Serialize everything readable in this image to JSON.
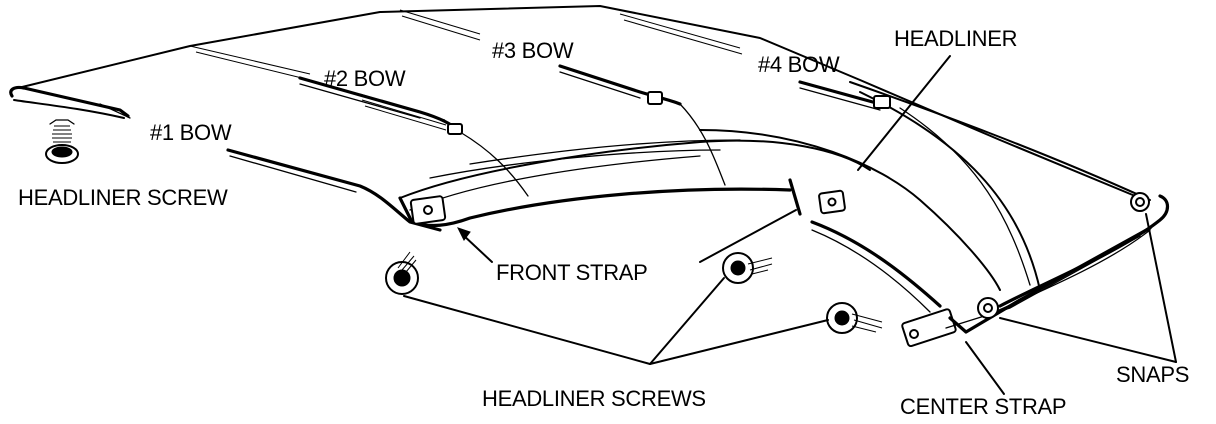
{
  "labels": {
    "bow1": "#1 BOW",
    "bow2": "#2 BOW",
    "bow3": "#3 BOW",
    "bow4": "#4 BOW",
    "headliner": "HEADLINER",
    "headliner_screw": "HEADLINER SCREW",
    "front_strap": "FRONT STRAP",
    "headliner_screws": "HEADLINER SCREWS",
    "center_strap": "CENTER STRAP",
    "snaps": "SNAPS"
  },
  "colors": {
    "ink": "#000000",
    "paper": "#ffffff"
  }
}
